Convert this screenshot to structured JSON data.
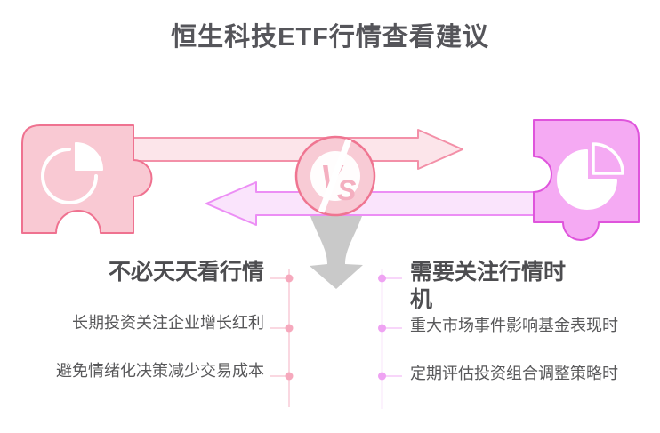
{
  "title": "恒生科技ETF行情查看建议",
  "vs_badge": {
    "v": "V",
    "s": "S"
  },
  "left_column": {
    "heading": "不必天天看行情",
    "items": [
      "长期投资关注企业增长红利",
      "避免情绪化决策减少交易成本"
    ]
  },
  "right_column": {
    "heading": "需要关注行情时机",
    "items": [
      "重大市场事件影响基金表现时",
      "定期评估投资组合调整策略时"
    ]
  },
  "icons": {
    "left_puzzle": "pink-puzzle-piece-with-pie-chart",
    "right_puzzle": "magenta-puzzle-piece-with-pie-chart",
    "top_arrow": "right-pointing-arrow",
    "bottom_arrow": "left-pointing-arrow",
    "center_badge": "vs-lightning-badge",
    "down_arrow": "gray-funnel-down-arrow"
  },
  "colors": {
    "pink_fill": "#F9C9D3",
    "pink_stroke": "#EF7290",
    "pink_arrow_fill": "#FCE5EA",
    "pink_arrow_stroke": "#F390A8",
    "magenta_fill": "#F5AAF3",
    "magenta_stroke": "#DF54DC",
    "magenta_arrow_fill": "#FAE4FC",
    "magenta_arrow_stroke": "#EC8EF5",
    "gray_arrow": "#C9C9C9",
    "left_connector": "#F6A9BD",
    "right_connector": "#EFA3F3",
    "title_text": "#55555A",
    "body_text": "#58585A"
  }
}
